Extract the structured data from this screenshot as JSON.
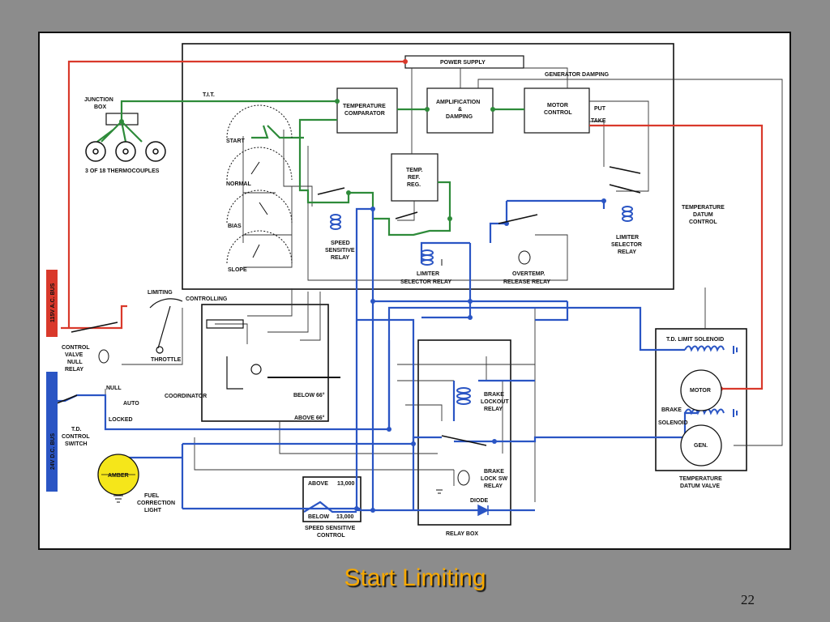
{
  "slide": {
    "title": "Start Limiting",
    "page_number": "22"
  },
  "colors": {
    "background": "#8c8c8c",
    "title": "#f6a800",
    "ac_bus": "#d9392b",
    "dc_bus": "#2a55c4",
    "green_circuit": "#2e8b3a",
    "blue_circuit": "#2a55c4",
    "red_circuit": "#d9392b",
    "amber_light": "#f5e61a"
  },
  "diagram": {
    "labels": {
      "power_supply": "POWER SUPPLY",
      "generator_damping": "GENERATOR DAMPING",
      "junction_box_1": "JUNCTION",
      "junction_box_2": "BOX",
      "tit": "T.I.T.",
      "temp_comparator_1": "TEMPERATURE",
      "temp_comparator_2": "COMPARATOR",
      "amplification_1": "AMPLIFICATION",
      "amplification_2": "&",
      "amplification_3": "DAMPING",
      "motor_control_1": "MOTOR",
      "motor_control_2": "CONTROL",
      "put": "PUT",
      "take": "TAKE",
      "thermocouples": "3 OF 18 THERMOCOUPLES",
      "start": "START",
      "normal": "NORMAL",
      "bias": "BIAS",
      "slope": "SLOPE",
      "temp_ref_reg_1": "TEMP.",
      "temp_ref_reg_2": "REF.",
      "temp_ref_reg_3": "REG.",
      "speed_sensitive_relay_1": "SPEED",
      "speed_sensitive_relay_2": "SENSITIVE",
      "speed_sensitive_relay_3": "RELAY",
      "limiter_selector_relay_1": "LIMITER",
      "limiter_selector_relay_2": "SELECTOR RELAY",
      "overtemp_release_relay_1": "OVERTEMP.",
      "overtemp_release_relay_2": "RELEASE RELAY",
      "limiter_selector_relay_r1": "LIMITER",
      "limiter_selector_relay_r2": "SELECTOR",
      "limiter_selector_relay_r3": "RELAY",
      "temperature_datum_control_1": "TEMPERATURE",
      "temperature_datum_control_2": "DATUM",
      "temperature_datum_control_3": "CONTROL",
      "limiting": "LIMITING",
      "controlling": "CONTROLLING",
      "throttle": "THROTTLE",
      "coordinator": "COORDINATOR",
      "below_66": "BELOW 66°",
      "above_66": "ABOVE 66°",
      "control_valve_1": "CONTROL",
      "control_valve_2": "VALVE",
      "control_valve_3": "NULL",
      "control_valve_4": "RELAY",
      "null": "NULL",
      "auto": "AUTO",
      "locked": "LOCKED",
      "td_switch_1": "T.D.",
      "td_switch_2": "CONTROL",
      "td_switch_3": "SWITCH",
      "ac_bus": "115V A.C. BUS",
      "dc_bus": "24V D.C. BUS",
      "amber": "AMBER",
      "fuel_correction_1": "FUEL",
      "fuel_correction_2": "CORRECTION",
      "fuel_correction_3": "LIGHT",
      "above": "ABOVE",
      "above_val": "13,000",
      "below": "BELOW",
      "below_val": "13,000",
      "speed_control_1": "SPEED SENSITIVE",
      "speed_control_2": "CONTROL",
      "brake_lockout_1": "BRAKE",
      "brake_lockout_2": "LOCKOUT",
      "brake_lockout_3": "RELAY",
      "brake_lock_sw_1": "BRAKE",
      "brake_lock_sw_2": "LOCK SW",
      "brake_lock_sw_3": "RELAY",
      "diode": "DIODE",
      "relay_box": "RELAY BOX",
      "td_limit_solenoid": "T.D. LIMIT SOLENOID",
      "motor": "MOTOR",
      "brake": "BRAKE",
      "solenoid": "SOLENOID",
      "gen": "GEN.",
      "temperature_datum_valve_1": "TEMPERATURE",
      "temperature_datum_valve_2": "DATUM VALVE"
    }
  }
}
